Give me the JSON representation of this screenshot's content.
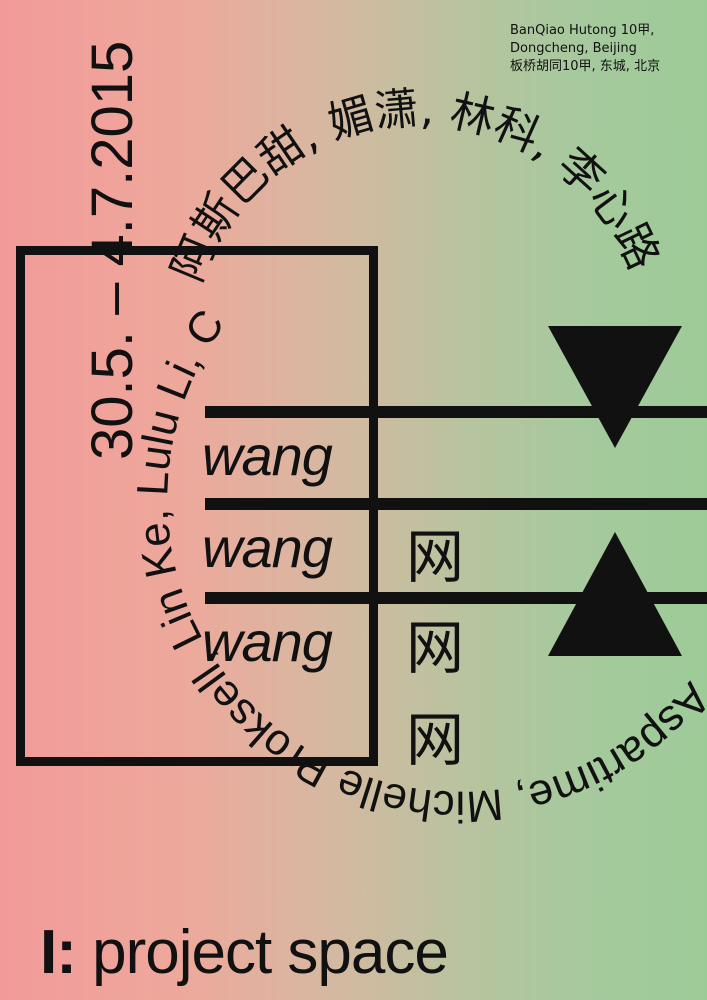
{
  "address": {
    "line1": "BanQiao Hutong 10甲,",
    "line2": "Dongcheng, Beijing",
    "line3": "板桥胡同10甲, 东城, 北京"
  },
  "dates": "30.5. – 4.7.2015",
  "circle": {
    "artists_cn": "阿斯巴甜, 媚潇, 林科, 李心路",
    "artists_en": "Aspartime, Michelle Proksell, Lin Ke, Lulu Li, Charm"
  },
  "title": {
    "words": [
      "wang",
      "wang",
      "wang"
    ],
    "chars": [
      "网",
      "网",
      "网"
    ]
  },
  "venue": {
    "mark": "I:",
    "name": "project space"
  },
  "colors": {
    "gradient_left": "#f29a9a",
    "gradient_right": "#9dcb98",
    "ink": "#111111"
  }
}
